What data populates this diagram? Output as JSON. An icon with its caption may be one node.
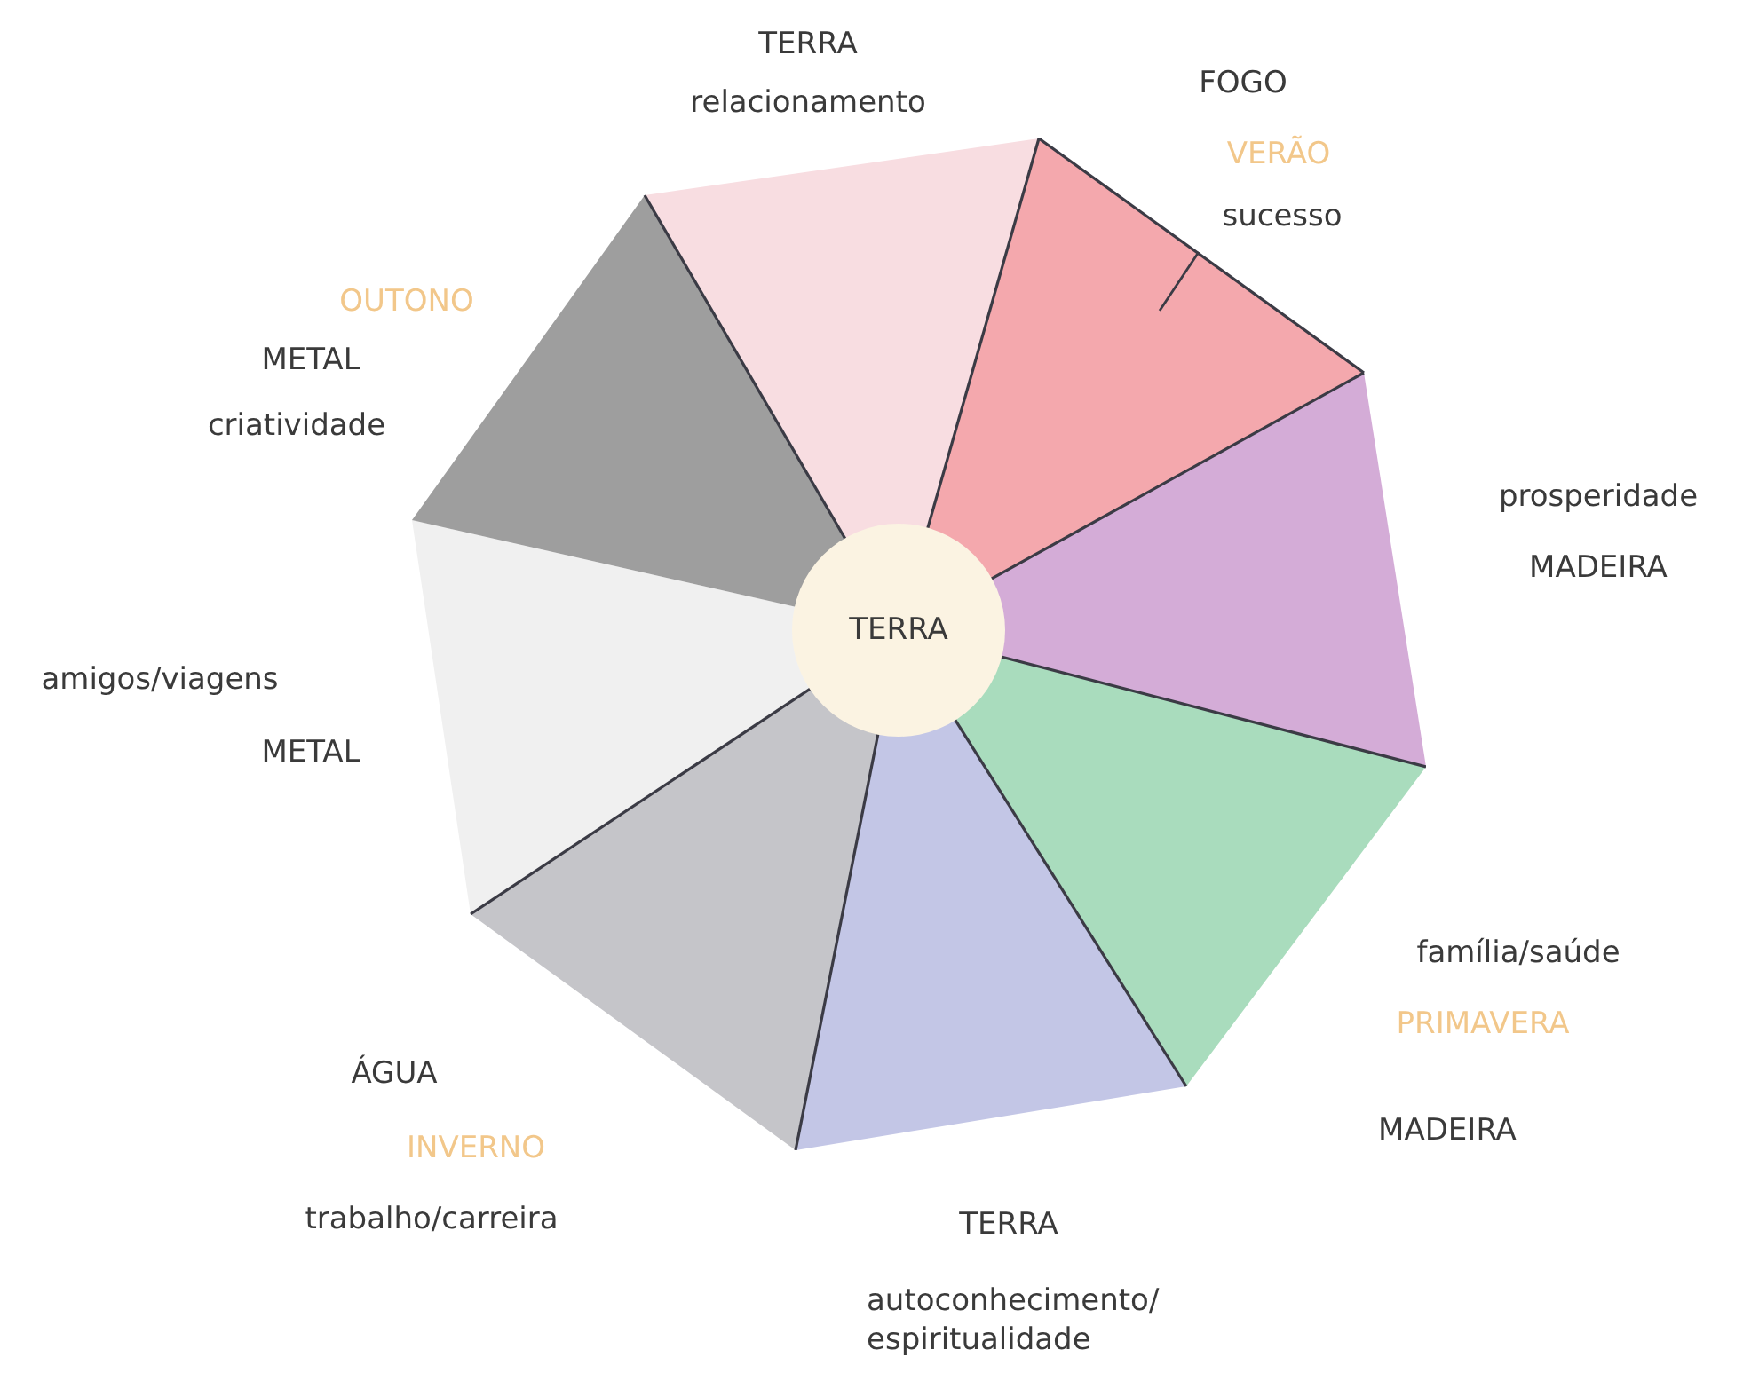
{
  "diagram": {
    "nodes": [
      {
        "text": [],
        "shape": "octagon"
      },
      {
        "text": [
          "TERRA"
        ],
        "in": 0
      }
    ],
    "edges": [],
    "labels": [
      "TERRA",
      "relacionamento",
      "FOGO",
      "VERÃO",
      "sucesso",
      "OUTONO",
      "METAL",
      "criatividade",
      "prosperidade",
      "MADEIRA",
      "amigos/viagens",
      "METAL",
      "família/saúde",
      "PRIMAVERA",
      "ÁGUA",
      "INVERNO",
      "MADEIRA",
      "trabalho/carreira",
      "TERRA",
      "autoconhecimento/ espiritualidade"
    ]
  }
}
